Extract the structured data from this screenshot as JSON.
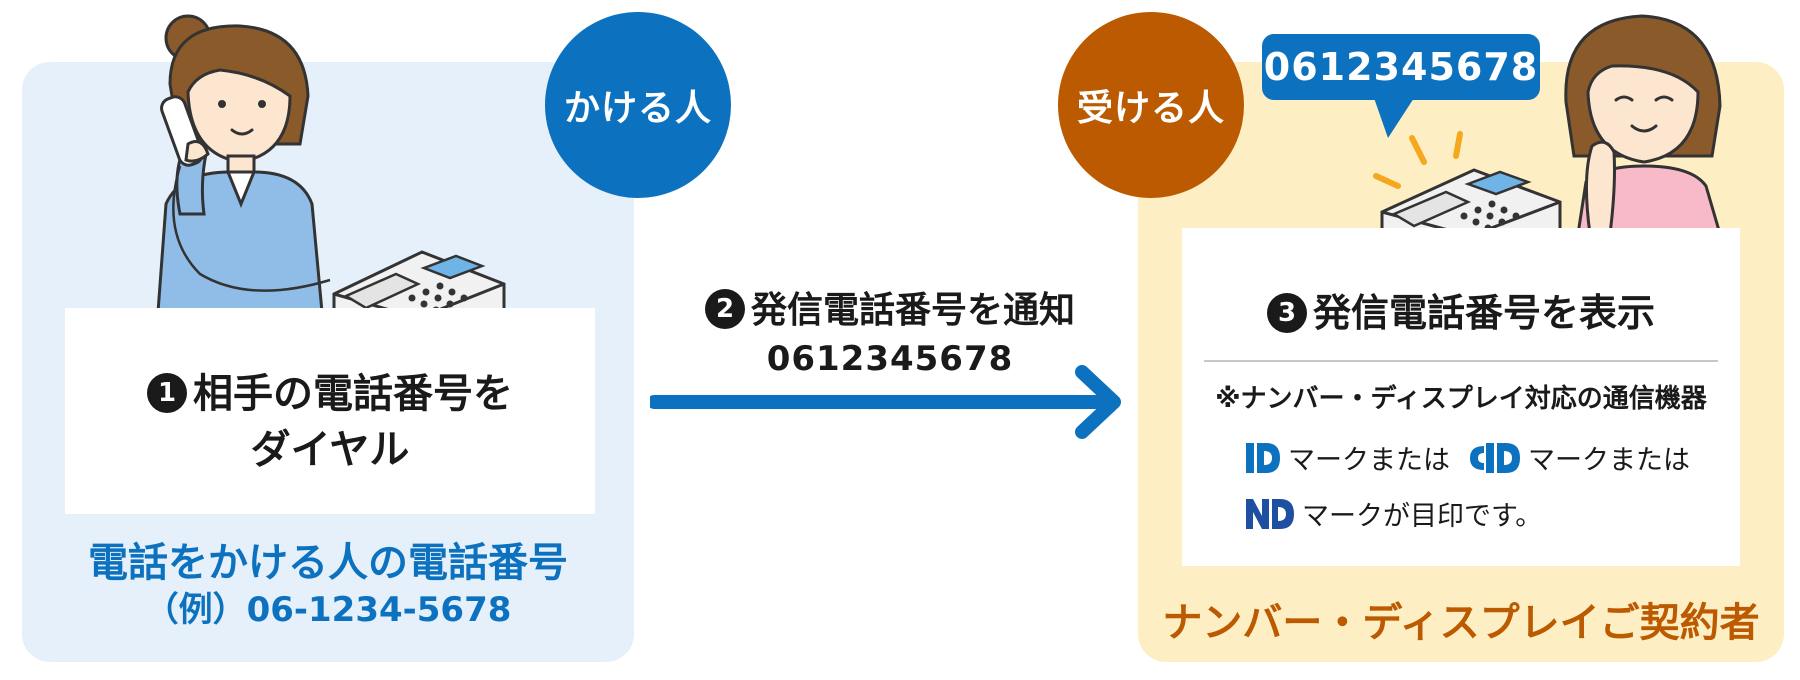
{
  "caller": {
    "badge": "かける人",
    "step_number": "1",
    "step_title_line1": "相手の電話番号を",
    "step_title_line2": "ダイヤル",
    "footer_title": "電話をかける人の電話番号",
    "footer_example": "（例）06-1234-5678"
  },
  "transmit": {
    "step_number": "2",
    "title": "発信電話番号を通知",
    "number": "0612345678"
  },
  "receiver": {
    "badge": "受ける人",
    "bubble_number": "0612345678",
    "step_number": "3",
    "step_title": "発信電話番号を表示",
    "note": "※ナンバー・ディスプレイ対応の通信機器",
    "mark_text": "マークまたは",
    "mark_text_last": "マークが目印です。",
    "footer": "ナンバー・ディスプレイご契約者"
  },
  "colors": {
    "caller_blue": "#0c72bf",
    "receiver_brown": "#bb5a00",
    "caller_bg": "#e6f0fa",
    "receiver_bg": "#fdefc3"
  },
  "icons": [
    "caller-woman-icon",
    "desk-phone-icon",
    "receiver-woman-icon",
    "ringing-phone-icon",
    "id-mark-icon",
    "cid-mark-icon",
    "nd-mark-icon",
    "arrow-right-icon"
  ]
}
